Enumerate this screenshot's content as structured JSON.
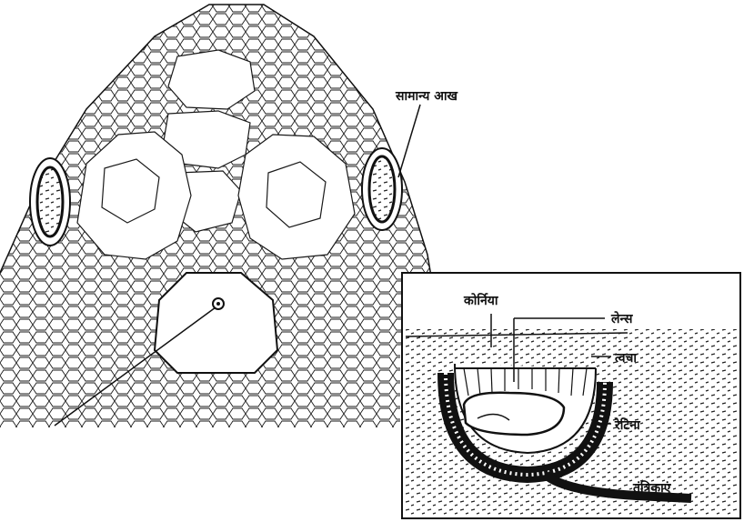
{
  "labels": {
    "normal_eye": "सामान्य आख",
    "cornea": "कोर्निया",
    "lens": "लेन्स",
    "skin": "त्वचा",
    "retina": "रेटिना",
    "nerves": "तंत्रिकाएं"
  },
  "colors": {
    "ink": "#1a1a1a",
    "paper": "#ffffff"
  }
}
